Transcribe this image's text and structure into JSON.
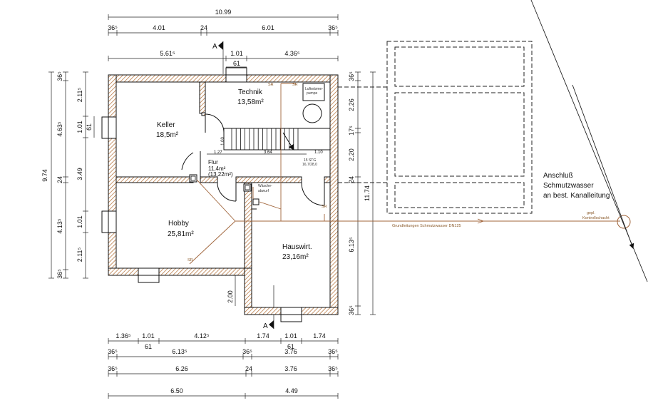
{
  "dimensions": {
    "top_total": "10.99",
    "top_row1": [
      "36⁵",
      "4.01",
      "24",
      "6.01",
      "36⁵"
    ],
    "top_row2": [
      "5.61⁵",
      "1.01",
      "4.36⁵"
    ],
    "top_61": "61",
    "left_outer_total": "9.74",
    "left_col1": [
      "36⁵",
      "4.63⁵",
      "24",
      "4.13⁵",
      "36⁵"
    ],
    "left_col2": [
      "2.11⁵",
      "1.01",
      "3.49",
      "1.01",
      "2.11⁵"
    ],
    "left_61": "61",
    "right_total": "11.74",
    "right_col": [
      "36⁵",
      "2.26",
      "17⁵",
      "2.20",
      "24",
      "6.13⁵",
      "36⁵"
    ],
    "bottom_row1": [
      "1.36⁵",
      "1.01",
      "4.12⁵",
      "1.74",
      "1.01",
      "1.74"
    ],
    "bottom_61": [
      "61",
      "61"
    ],
    "bottom_row2": [
      "36⁵",
      "6.13⁵",
      "36⁵",
      "3.76",
      "36⁵"
    ],
    "bottom_row3": [
      "36⁵",
      "6.26",
      "24",
      "3.76",
      "36⁵"
    ],
    "bottom_row4": [
      "6.50",
      "4.49"
    ],
    "stair_dims": [
      "1.27",
      "3.64",
      "1.10"
    ],
    "stair_height": "1.00",
    "bottom_left_200": "2.00"
  },
  "rooms": {
    "keller": {
      "name": "Keller",
      "area": "18,5m²"
    },
    "technik": {
      "name": "Technik",
      "area": "13,58m²"
    },
    "flur": {
      "name": "Flur",
      "area": "11,4m²",
      "area2": "(13,22m²)"
    },
    "hobby": {
      "name": "Hobby",
      "area": "25,81m²"
    },
    "hauswirt": {
      "name": "Hauswirt.",
      "area": "23,16m²"
    }
  },
  "labels": {
    "section_a": "A",
    "luftwaerme": "Luftwärme-",
    "luftwaerme2": "pumpe",
    "stair_info1": "15 STG",
    "stair_info2": "16,7/28,0",
    "waesche1": "Wäsche-",
    "waesche2": "abwurf",
    "sr": "SR",
    "pipe_label": "Grundleitungen Schmutzwasser DN125",
    "kontroll1": "gepl.",
    "kontroll2": "Kontrollschacht",
    "anschluss1": "Anschluß",
    "anschluss2": "Schmutzwasser",
    "anschluss3": "an best. Kanalleitung"
  },
  "colors": {
    "pipe": "#a0643a",
    "wall_hatch": "#b06a2f",
    "lines": "#111111"
  }
}
